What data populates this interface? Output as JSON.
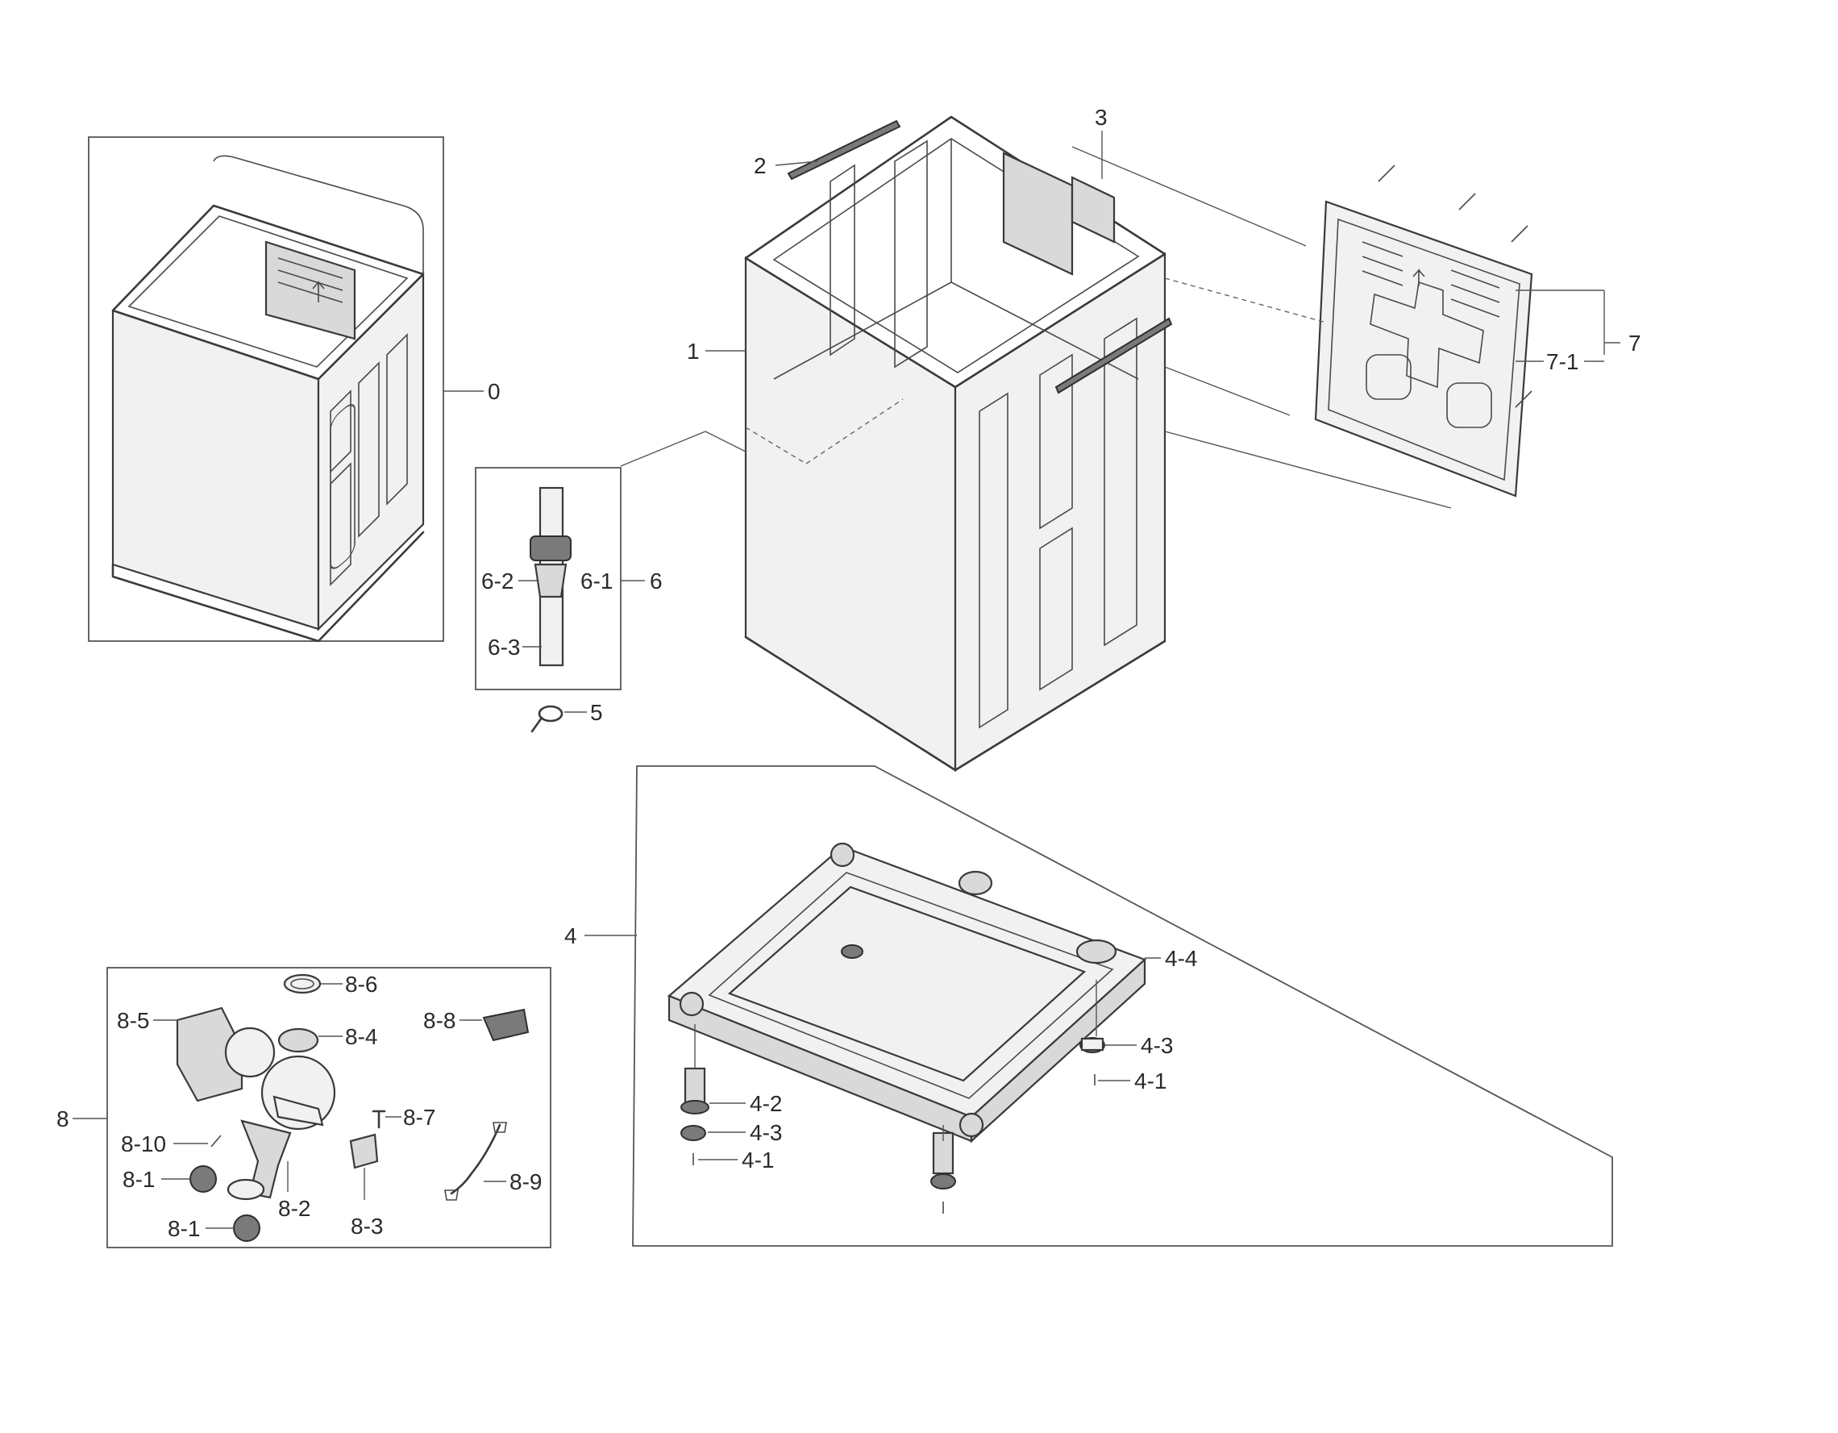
{
  "callouts": {
    "c0": "0",
    "c1": "1",
    "c2": "2",
    "c3": "3",
    "c4": "4",
    "c4_1a": "4-1",
    "c4_1b": "4-1",
    "c4_2": "4-2",
    "c4_3a": "4-3",
    "c4_3b": "4-3",
    "c4_4": "4-4",
    "c5": "5",
    "c6": "6",
    "c6_1": "6-1",
    "c6_2": "6-2",
    "c6_3": "6-3",
    "c7": "7",
    "c7_1": "7-1",
    "c8": "8",
    "c8_1a": "8-1",
    "c8_1b": "8-1",
    "c8_2": "8-2",
    "c8_3": "8-3",
    "c8_4": "8-4",
    "c8_5": "8-5",
    "c8_6": "8-6",
    "c8_7": "8-7",
    "c8_8": "8-8",
    "c8_9": "8-9",
    "c8_10": "8-10"
  }
}
